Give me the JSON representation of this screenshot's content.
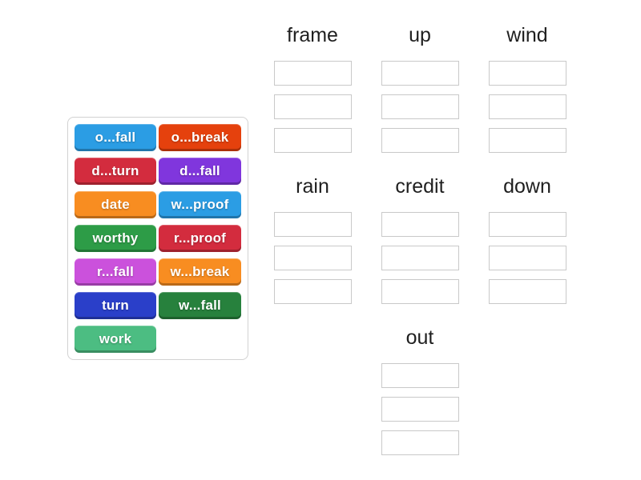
{
  "page": {
    "background": "#ffffff",
    "header_text_color": "#1f1f1f",
    "slot_border_color": "#c9c9c9"
  },
  "word_bank": {
    "tiles": [
      {
        "label": "o...fall",
        "color": "#2b9de4"
      },
      {
        "label": "o...break",
        "color": "#e5410d"
      },
      {
        "label": "d...turn",
        "color": "#d32c3e"
      },
      {
        "label": "d...fall",
        "color": "#8036dd"
      },
      {
        "label": "date",
        "color": "#f88d21"
      },
      {
        "label": "w...proof",
        "color": "#2b9de4"
      },
      {
        "label": "worthy",
        "color": "#2d9c47"
      },
      {
        "label": "r...proof",
        "color": "#d32c3e"
      },
      {
        "label": "r...fall",
        "color": "#cb51dc"
      },
      {
        "label": "w...break",
        "color": "#f88d21"
      },
      {
        "label": "turn",
        "color": "#2a3fc9"
      },
      {
        "label": "w...fall",
        "color": "#27813d"
      },
      {
        "label": "work",
        "color": "#4cbd82"
      }
    ]
  },
  "groups": [
    {
      "title": "frame",
      "slot_count": 3
    },
    {
      "title": "up",
      "slot_count": 3
    },
    {
      "title": "wind",
      "slot_count": 3
    },
    {
      "title": "rain",
      "slot_count": 3
    },
    {
      "title": "credit",
      "slot_count": 3
    },
    {
      "title": "down",
      "slot_count": 3
    },
    {
      "title": "out",
      "slot_count": 3
    }
  ]
}
